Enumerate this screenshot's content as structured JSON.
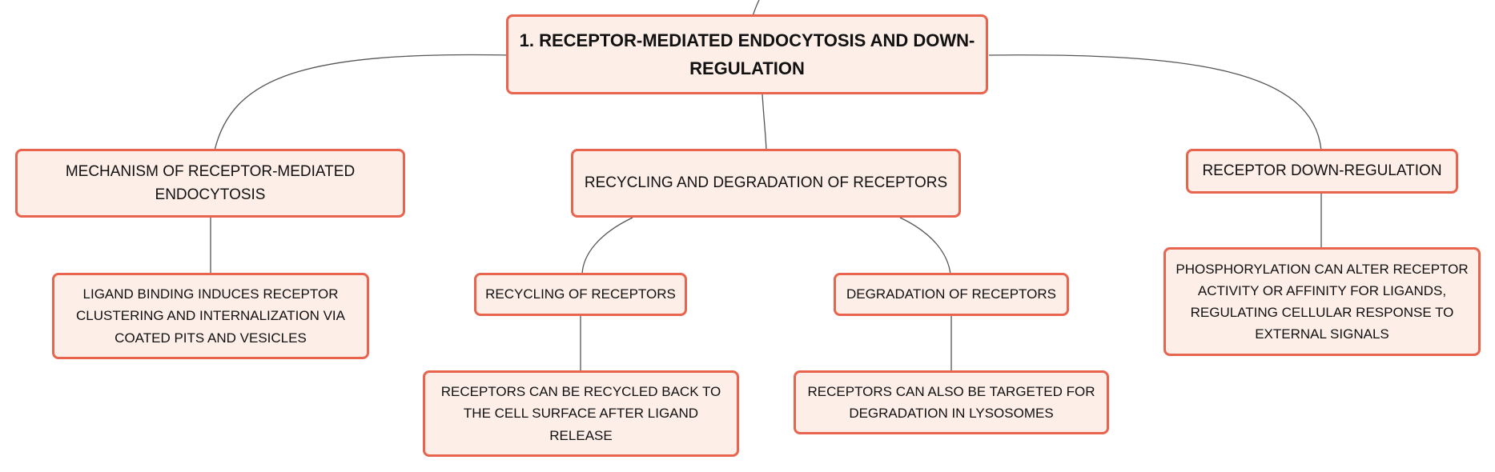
{
  "diagram": {
    "root": {
      "label": "1. RECEPTOR-MEDIATED ENDOCYTOSIS AND DOWN-REGULATION"
    },
    "mechanism": {
      "label": "MECHANISM OF RECEPTOR-MEDIATED ENDOCYTOSIS",
      "detail": "LIGAND BINDING INDUCES RECEPTOR CLUSTERING AND INTERNALIZATION VIA COATED PITS AND VESICLES"
    },
    "recycling_degradation": {
      "label": "RECYCLING AND DEGRADATION OF RECEPTORS",
      "recycling": {
        "label": "RECYCLING OF RECEPTORS",
        "detail": "RECEPTORS CAN BE RECYCLED BACK TO THE CELL SURFACE AFTER LIGAND RELEASE"
      },
      "degradation": {
        "label": "DEGRADATION OF RECEPTORS",
        "detail": "RECEPTORS CAN ALSO BE TARGETED FOR DEGRADATION IN LYSOSOMES"
      }
    },
    "down_regulation": {
      "label": "RECEPTOR DOWN-REGULATION",
      "detail": "PHOSPHORYLATION CAN ALTER RECEPTOR ACTIVITY OR AFFINITY FOR LIGANDS, REGULATING CELLULAR RESPONSE TO EXTERNAL SIGNALS"
    }
  },
  "colors": {
    "node_fill": "#fdeee8",
    "node_border": "#e8644e",
    "connector": "#555555",
    "text": "#111111"
  }
}
